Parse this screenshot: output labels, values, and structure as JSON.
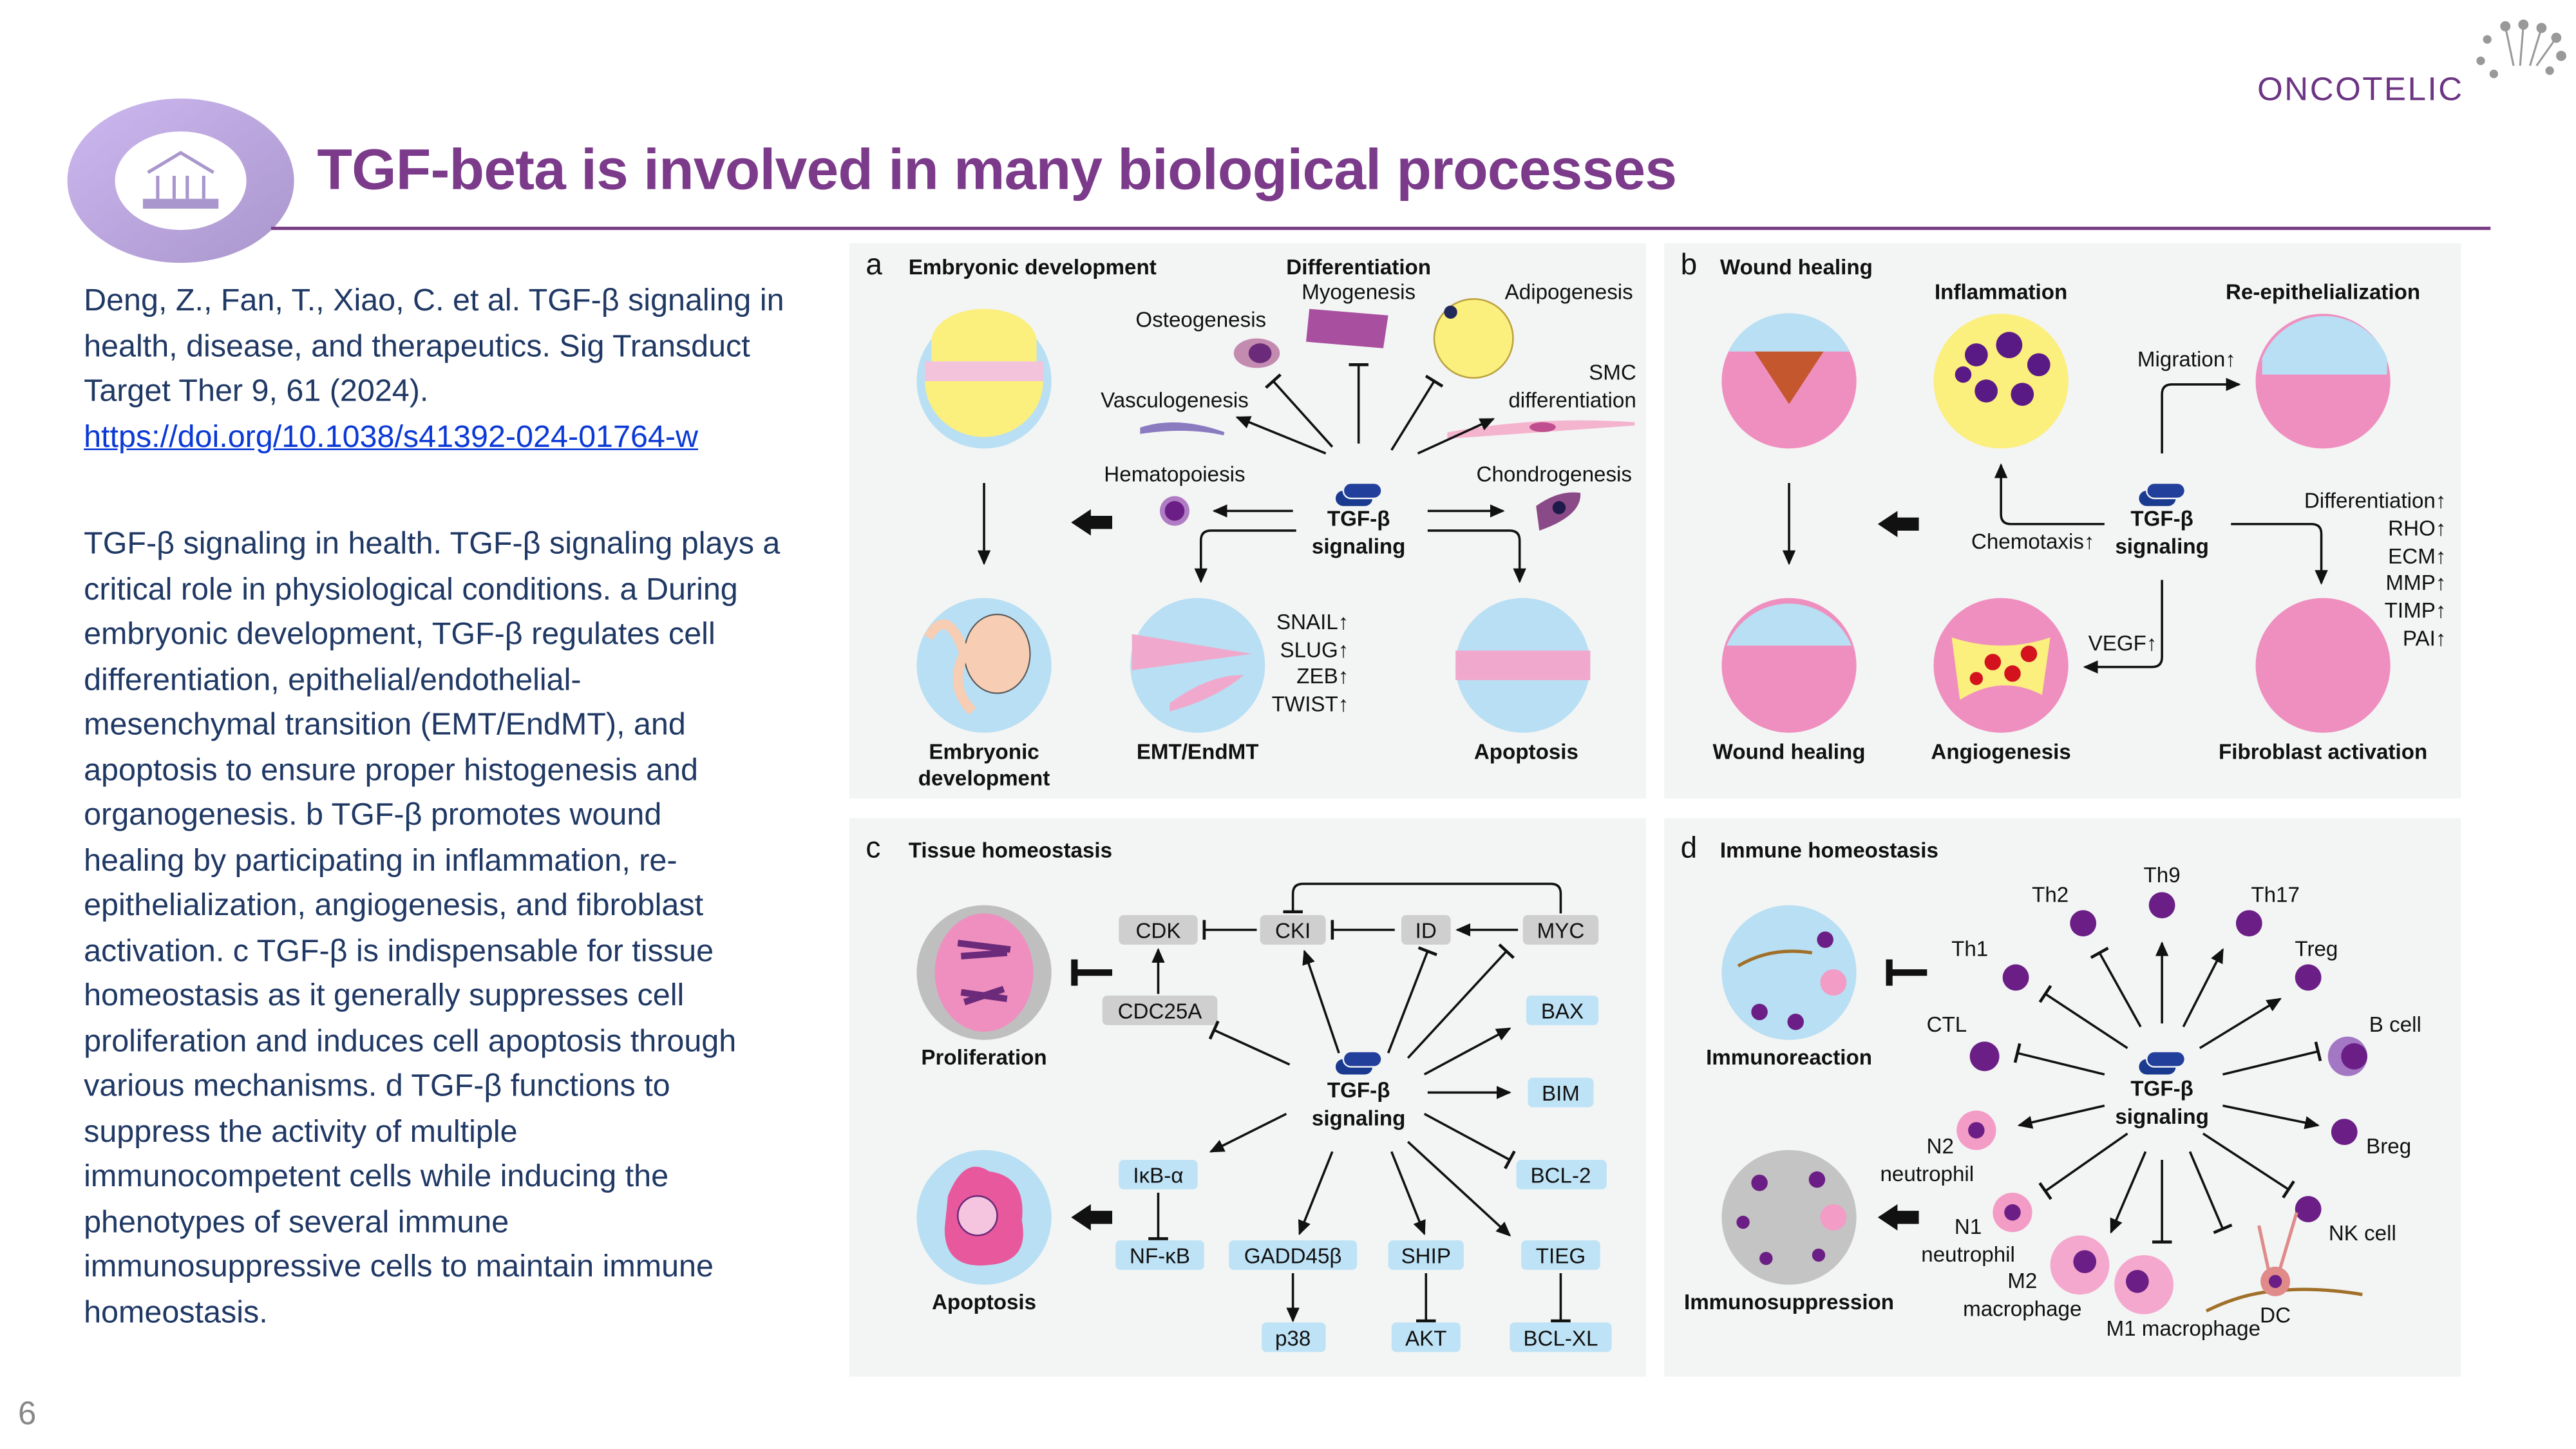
{
  "header": {
    "title": "TGF-beta is involved in many biological processes",
    "logo_text": "ONCOTELIC",
    "page_number": "6",
    "icon": "bank-building-icon"
  },
  "citation": {
    "lines": [
      "Deng, Z., Fan, T., Xiao, C. et al. TGF-β signaling in",
      "health, disease, and therapeutics. Sig Transduct",
      "Target Ther 9, 61 (2024)."
    ],
    "link": "https://doi.org/10.1038/s41392-024-01764-w"
  },
  "description": {
    "lines": [
      "TGF-β signaling in health. TGF-β signaling plays a",
      "critical role in physiological conditions. a During",
      "embryonic development, TGF-β regulates cell",
      "differentiation, epithelial/endothelial-",
      "mesenchymal transition (EMT/EndMT), and",
      "apoptosis to ensure proper histogenesis and",
      "organogenesis. b TGF-β promotes wound",
      "healing by participating in inflammation, re-",
      "epithelialization, angiogenesis, and fibroblast",
      "activation. c TGF-β is indispensable for tissue",
      "homeostasis as it generally suppresses cell",
      "proliferation and induces cell apoptosis through",
      "various mechanisms. d TGF-β functions to",
      "suppress the activity of multiple",
      "immunocompetent cells while inducing the",
      "phenotypes of several immune",
      "immunosuppressive cells to maintain immune",
      "homeostasis."
    ]
  },
  "common": {
    "tgf": "TGF-β",
    "signaling": "signaling"
  },
  "panel_a": {
    "letter": "a",
    "title": "Embryonic development",
    "differentiation": "Differentiation",
    "myogenesis": "Myogenesis",
    "adipogenesis": "Adipogenesis",
    "osteogenesis": "Osteogenesis",
    "vasculogenesis": "Vasculogenesis",
    "smc_1": "SMC",
    "smc_2": "differentiation",
    "hematopoiesis": "Hematopoiesis",
    "chondrogenesis": "Chondrogenesis",
    "embryonic_1": "Embryonic",
    "embryonic_2": "development",
    "emt": "EMT/EndMT",
    "apoptosis": "Apoptosis",
    "markers": [
      "SNAIL↑",
      "SLUG↑",
      "ZEB↑",
      "TWIST↑"
    ]
  },
  "panel_b": {
    "letter": "b",
    "title": "Wound healing",
    "inflammation": "Inflammation",
    "reepi": "Re-epithelialization",
    "migration": "Migration↑",
    "chemotaxis": "Chemotaxis↑",
    "vegf": "VEGF↑",
    "markers": [
      "Differentiation↑",
      "RHO↑",
      "ECM↑",
      "MMP↑",
      "TIMP↑",
      "PAI↑"
    ],
    "wound_healing": "Wound healing",
    "angiogenesis": "Angiogenesis",
    "fibroblast": "Fibroblast activation"
  },
  "panel_c": {
    "letter": "c",
    "title": "Tissue homeostasis",
    "proliferation": "Proliferation",
    "apoptosis": "Apoptosis",
    "gray_boxes": [
      "CDK",
      "CKI",
      "ID",
      "MYC",
      "CDC25A"
    ],
    "blue_boxes": [
      "BAX",
      "BIM",
      "BCL-2",
      "IκB-α",
      "NF-κB",
      "GADD45β",
      "SHIP",
      "TIEG",
      "p38",
      "AKT",
      "BCL-XL"
    ],
    "colors": {
      "gray_box": "#cfcfcf",
      "blue_box": "#bfe3f6"
    }
  },
  "panel_d": {
    "letter": "d",
    "title": "Immune homeostasis",
    "immunoreaction": "Immunoreaction",
    "immunosuppression": "Immunosuppression",
    "cells": {
      "th9": "Th9",
      "th2": "Th2",
      "th17": "Th17",
      "th1": "Th1",
      "treg": "Treg",
      "ctl": "CTL",
      "bcell": "B cell",
      "n2_1": "N2",
      "n2_2": "neutrophil",
      "breg": "Breg",
      "n1_1": "N1",
      "n1_2": "neutrophil",
      "nk": "NK cell",
      "m2_1": "M2",
      "m2_2": "macrophage",
      "m1": "M1 macrophage",
      "dc": "DC"
    }
  },
  "colors": {
    "title": "#7b3a8a",
    "panel_bg": "#f3f4f4",
    "tgf_icon": "#1a3a8f",
    "body_text": "#1f3864",
    "link": "#0b39d6"
  }
}
